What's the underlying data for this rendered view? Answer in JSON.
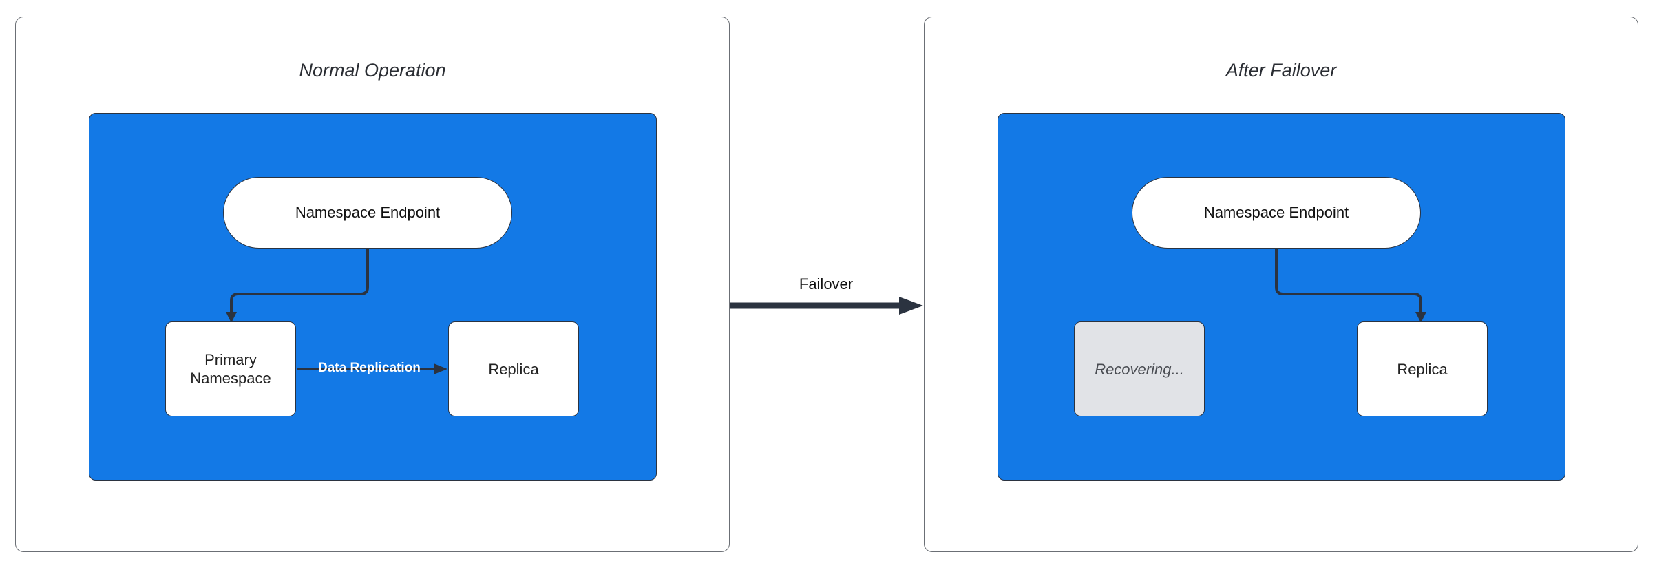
{
  "left_panel": {
    "title": "Normal Operation",
    "endpoint_label": "Namespace Endpoint",
    "primary_line1": "Primary",
    "primary_line2": "Namespace",
    "replica_label": "Replica",
    "replication_label": "Data Replication"
  },
  "right_panel": {
    "title": "After Failover",
    "endpoint_label": "Namespace Endpoint",
    "recovering_label": "Recovering...",
    "replica_label": "Replica"
  },
  "transition": {
    "label": "Failover"
  },
  "colors": {
    "region_fill": "#1379e6",
    "border": "#2b3340",
    "recovering_fill": "#e1e3e7",
    "arrow": "#2b3340"
  }
}
